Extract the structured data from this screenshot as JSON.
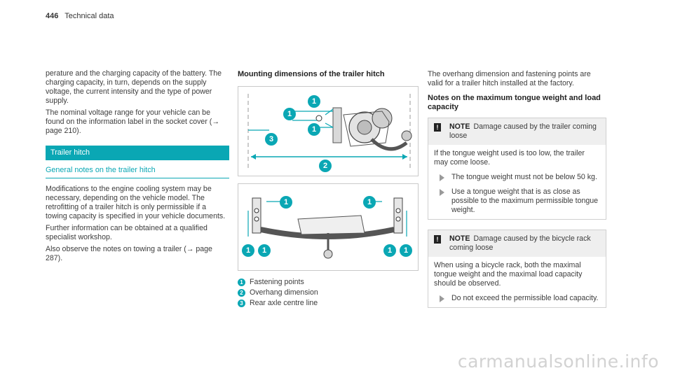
{
  "header": {
    "page_number": "446",
    "section": "Technical data"
  },
  "col1": {
    "para1": "perature and the charging capacity of the battery. The charging capacity, in turn, depends on the supply voltage, the current intensity and the type of power supply.",
    "para2": "The nominal voltage range for your vehicle can be found on the information label in the socket cover (→ page 210).",
    "section_title": "Trailer hitch",
    "subsection_title": "General notes on the trailer hitch",
    "para3": "Modifications to the engine cooling system may be necessary, depending on the vehicle model. The retrofitting of a trailer hitch is only permissible if a towing capacity is specified in your vehicle documents.",
    "para4": "Further information can be obtained at a qualified specialist workshop.",
    "para5": "Also observe the notes on towing a trailer (→ page 287)."
  },
  "col2": {
    "heading": "Mounting dimensions of the trailer hitch",
    "callouts": {
      "fastening": "1",
      "overhang": "2",
      "axle": "3"
    },
    "legend": [
      {
        "num": "1",
        "text": "Fastening points"
      },
      {
        "num": "2",
        "text": "Overhang dimension"
      },
      {
        "num": "3",
        "text": "Rear axle centre line"
      }
    ]
  },
  "col3": {
    "intro": "The overhang dimension and fastening points are valid for a trailer hitch installed at the factory.",
    "heading": "Notes on the maximum tongue weight and load capacity",
    "note1": {
      "icon": "!",
      "label": "NOTE",
      "title": "Damage caused by the trailer coming loose",
      "body": "If the tongue weight used is too low, the trailer may come loose.",
      "bullets": [
        "The tongue weight must not be below 50 kg.",
        "Use a tongue weight that is as close as possible to the maximum permissible tongue weight."
      ]
    },
    "note2": {
      "icon": "!",
      "label": "NOTE",
      "title": "Damage caused by the bicycle rack coming loose",
      "body": "When using a bicycle rack, both the maximal tongue weight and the maximal load capacity should be observed.",
      "bullets": [
        "Do not exceed the permissible load capacity."
      ]
    }
  },
  "watermark": "carmanualsonline.info",
  "colors": {
    "accent": "#0aa7b4",
    "note_bg": "#efefef"
  }
}
